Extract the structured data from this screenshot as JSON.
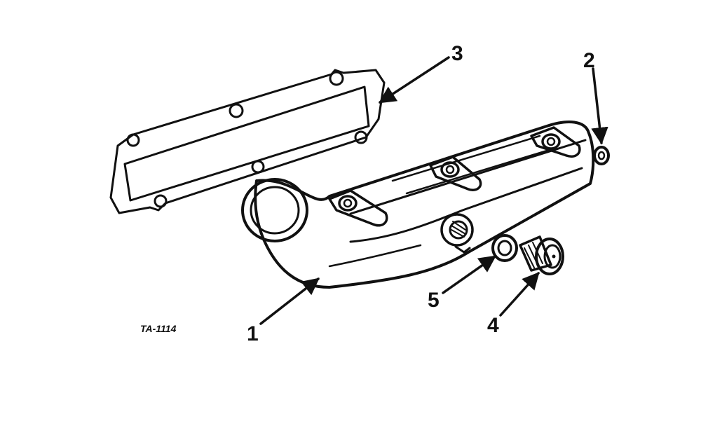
{
  "figure_code": "TA-1114",
  "callouts": [
    {
      "id": "1",
      "label": "1"
    },
    {
      "id": "2",
      "label": "2"
    },
    {
      "id": "3",
      "label": "3"
    },
    {
      "id": "4",
      "label": "4"
    },
    {
      "id": "5",
      "label": "5"
    }
  ],
  "ink_color": "#111111",
  "background_color": "#ffffff"
}
